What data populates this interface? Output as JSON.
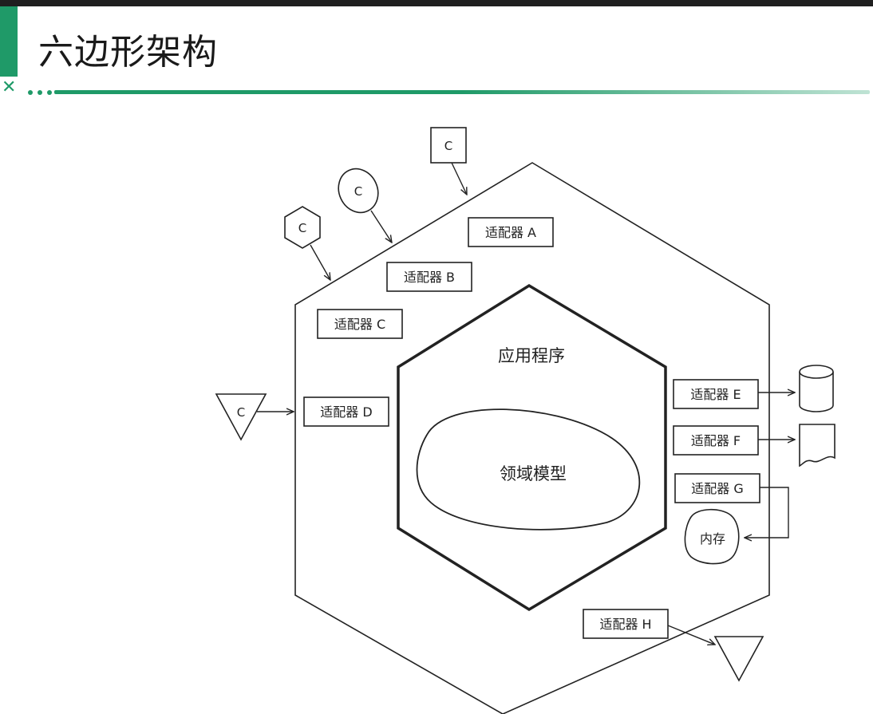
{
  "slide": {
    "title": "六边形架构"
  },
  "colors": {
    "accent": "#1f9a68",
    "top_bar": "#1f1f1f",
    "stroke": "#222222"
  },
  "diagram": {
    "application_label": "应用程序",
    "domain_label": "领域模型",
    "memory_label": "内存",
    "client_label": "C",
    "adapters": {
      "a": "适配器 A",
      "b": "适配器 B",
      "c": "适配器 C",
      "d": "适配器 D",
      "e": "适配器 E",
      "f": "适配器 F",
      "g": "适配器 G",
      "h": "适配器 H"
    },
    "clients": [
      "square-client",
      "ellipse-client",
      "hexagon-client",
      "triangle-client"
    ],
    "storage": [
      "database-cylinder-icon",
      "document-icon",
      "memory-blob"
    ]
  }
}
